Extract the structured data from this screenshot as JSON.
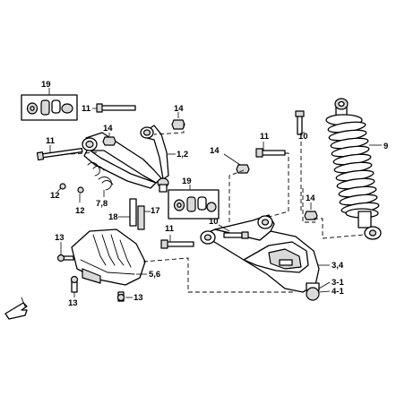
{
  "callouts": {
    "c19a": "19",
    "c11a": "11",
    "c14a": "14",
    "c14b": "14",
    "c11b": "11",
    "c12a": "12",
    "c12b": "12",
    "c78": "7,8",
    "c12": "1,2",
    "c18": "18",
    "c17": "17",
    "c14c": "14",
    "c11c": "11",
    "c10a": "10",
    "c9": "9",
    "c14d": "14",
    "c19b": "19",
    "c11d": "11",
    "c10b": "10",
    "c13a": "13",
    "c13b": "13",
    "c13c": "13",
    "c56": "5,6",
    "c34": "3,4",
    "c31": "3-1",
    "c41": "4-1"
  }
}
